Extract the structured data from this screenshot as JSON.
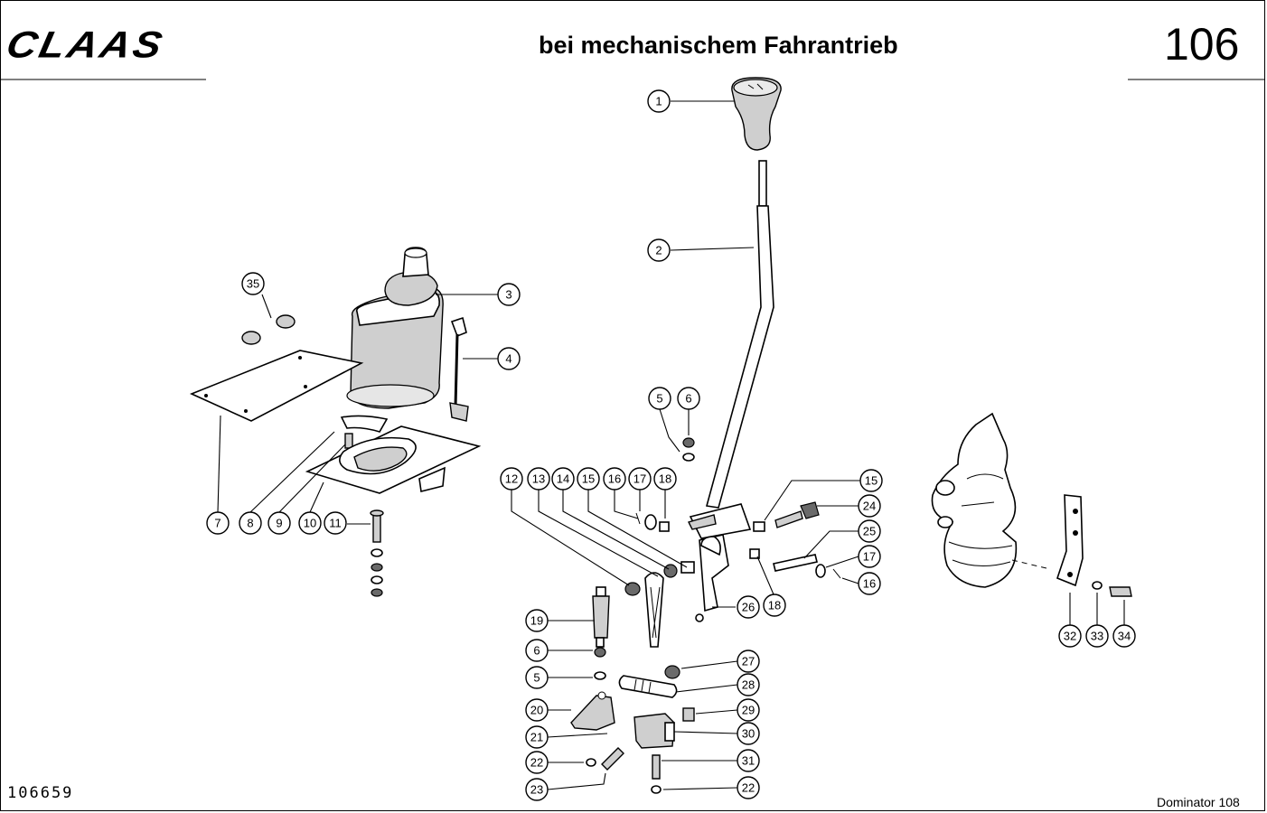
{
  "header": {
    "brand": "CLAAS",
    "title": "bei mechanischem Fahrantrieb",
    "page_number": "106"
  },
  "footer": {
    "document_id": "106659",
    "model": "Dominator 108"
  },
  "callouts": [
    "1",
    "2",
    "3",
    "4",
    "5",
    "6",
    "7",
    "8",
    "9",
    "10",
    "11",
    "12",
    "13",
    "14",
    "15",
    "16",
    "17",
    "18",
    "19",
    "20",
    "21",
    "22",
    "23",
    "24",
    "25",
    "26",
    "27",
    "28",
    "29",
    "30",
    "31",
    "32",
    "33",
    "34",
    "35"
  ]
}
